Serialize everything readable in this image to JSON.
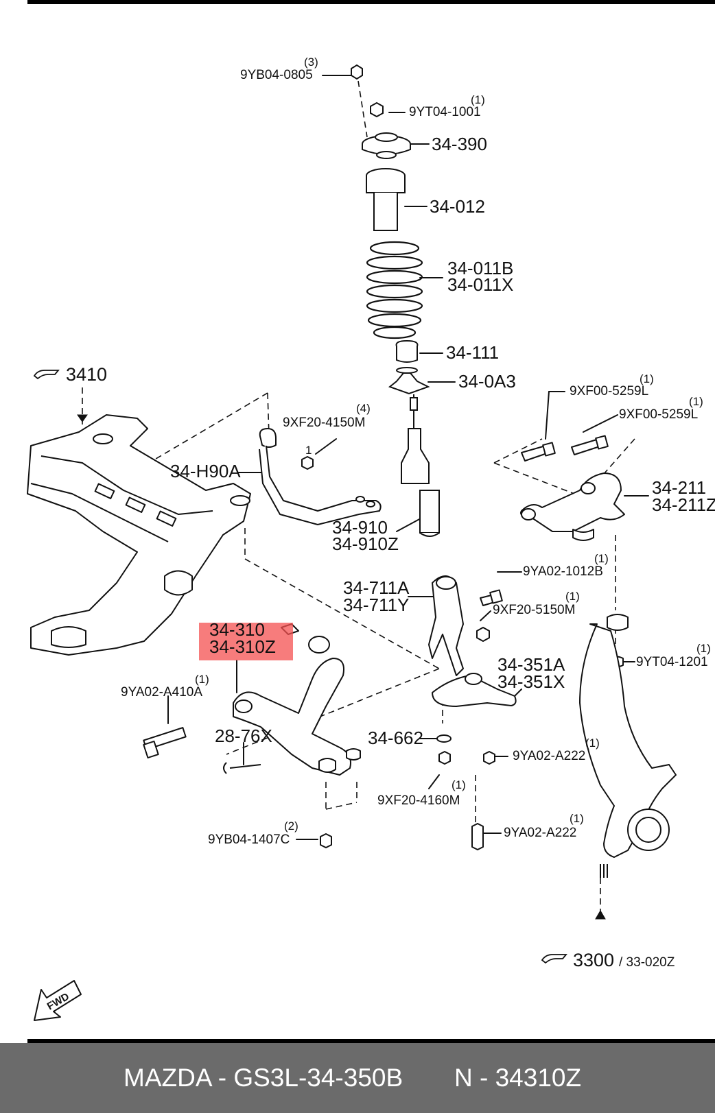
{
  "labels": {
    "nut_9yb04_0805": "9YB04-0805",
    "qty_3a": "(3)",
    "nut_9yt04_1001": "9YT04-1001",
    "qty_1a": "(1)",
    "mount_34_390": "34-390",
    "boot_34_012": "34-012",
    "spring_34_011b": "34-011B",
    "spring_34_011x": "34-011X",
    "bump_34_111": "34-111",
    "seat_34_0a3": "34-0A3",
    "ref_3410": "3410",
    "bolt_9xf20_4150m": "9XF20-4150M",
    "qty_4": "(4)",
    "qty_1_plain": "1",
    "stab_34_h90a": "34-H90A",
    "bolt_9xf00_5259l_a": "9XF00-5259L",
    "bolt_9xf00_5259l_b": "9XF00-5259L",
    "qty_1b": "(1)",
    "qty_1c": "(1)",
    "arm_34_211": "34-211",
    "arm_34_211z": "34-211Z",
    "shock_34_910": "34-910",
    "shock_34_910z": "34-910Z",
    "bolt_9ya02_1012b": "9YA02-1012B",
    "qty_1d": "(1)",
    "fork_34_711a": "34-711A",
    "fork_34_711y": "34-711Y",
    "nut_9xf20_5150m": "9XF20-5150M",
    "qty_1e": "(1)",
    "arm_34_310": "34-310",
    "arm_34_310z": "34-310Z",
    "nut_9yt04_1201": "9YT04-1201",
    "qty_1f": "(1)",
    "bolt_9ya02_a410a": "9YA02-A410A",
    "qty_1g": "(1)",
    "ball_34_351a": "34-351A",
    "ball_34_351x": "34-351X",
    "pin_28_76x": "28-76X",
    "washer_34_662": "34-662",
    "bolt_9ya02_a222_a": "9YA02-A222",
    "qty_1h": "(1)",
    "nut_9xf20_4160m": "9XF20-4160M",
    "qty_1i": "(1)",
    "bolt_9ya02_a222_b": "9YA02-A222",
    "qty_1j": "(1)",
    "nut_9yb04_1407c": "9YB04-1407C",
    "qty_2": "(2)",
    "ref_3300": "3300",
    "ref_33_020z": "/ 33-020Z",
    "fwd": "FWD"
  },
  "footer": {
    "left": "MAZDA - GS3L-34-350B",
    "right": "N - 34310Z"
  },
  "colors": {
    "highlight": "#f45050",
    "footer_bg": "#6b6b6b"
  }
}
